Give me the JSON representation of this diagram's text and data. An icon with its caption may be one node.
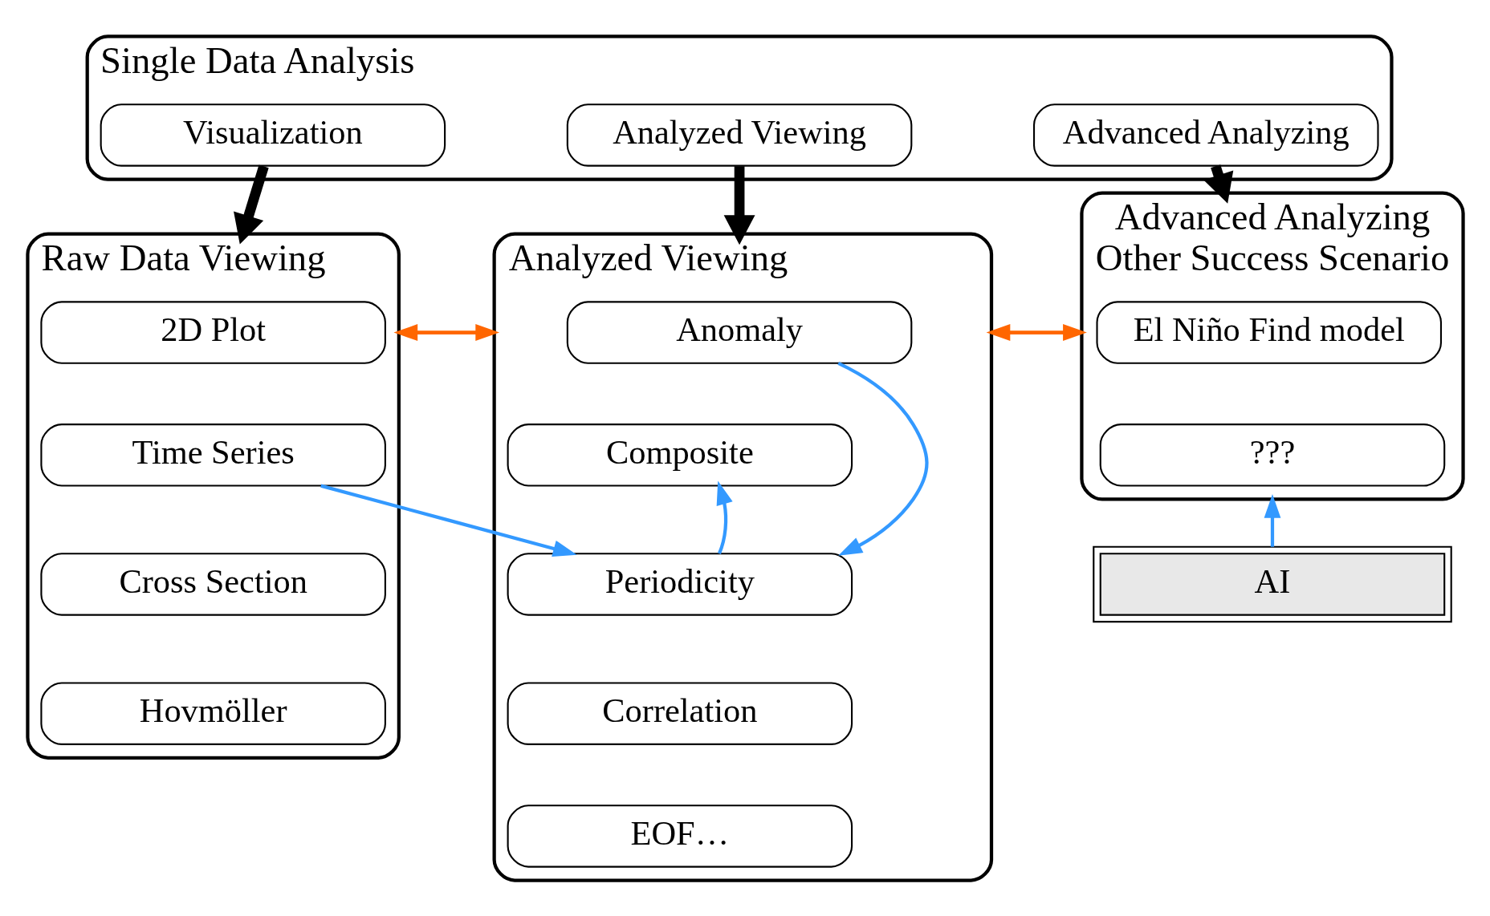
{
  "diagram": {
    "nodes": [
      {
        "text": [
          "Single Data Analysis"
        ]
      },
      {
        "text": [
          "Visualization"
        ],
        "in": 0
      },
      {
        "text": [
          "Analyzed Viewing"
        ],
        "in": 0
      },
      {
        "text": [
          "Advanced Analyzing"
        ],
        "in": 0
      },
      {
        "text": [
          "Raw Data Viewing"
        ]
      },
      {
        "text": [
          "2D Plot"
        ],
        "in": 4
      },
      {
        "text": [
          "Time Series"
        ],
        "in": 4
      },
      {
        "text": [
          "Cross Section"
        ],
        "in": 4
      },
      {
        "text": [
          "Hovmöller"
        ],
        "in": 4
      },
      {
        "text": [
          "Analyzed Viewing"
        ]
      },
      {
        "text": [
          "Anomaly"
        ],
        "in": 9
      },
      {
        "text": [
          "Composite"
        ],
        "in": 9
      },
      {
        "text": [
          "Periodicity"
        ],
        "in": 9
      },
      {
        "text": [
          "Correlation"
        ],
        "in": 9
      },
      {
        "text": [
          "EOF…"
        ],
        "in": 9
      },
      {
        "text": [
          "Advanced Analyzing",
          "Other Success Scenario"
        ]
      },
      {
        "text": [
          "El Niño Find model"
        ],
        "in": 15
      },
      {
        "text": [
          "???"
        ],
        "in": 15
      },
      {
        "text": [
          "AI"
        ]
      }
    ],
    "edges": [
      {
        "from": 1,
        "to": 4,
        "arrow": "to",
        "style": "thick",
        "color": "#000000"
      },
      {
        "from": 2,
        "to": 9,
        "arrow": "to",
        "style": "thick",
        "color": "#000000"
      },
      {
        "from": 3,
        "to": 15,
        "arrow": "to",
        "style": "thick",
        "color": "#000000"
      },
      {
        "from": 4,
        "to": 9,
        "arrow": "to",
        "color": "#ff6600"
      },
      {
        "from": 9,
        "to": 4,
        "arrow": "to",
        "color": "#ff6600"
      },
      {
        "from": 9,
        "to": 15,
        "arrow": "to",
        "color": "#ff6600"
      },
      {
        "from": 15,
        "to": 9,
        "arrow": "to",
        "color": "#ff6600"
      },
      {
        "from": 10,
        "to": 12,
        "arrow": "to",
        "color": "#3399ff"
      },
      {
        "from": 6,
        "to": 12,
        "arrow": "to",
        "color": "#3399ff"
      },
      {
        "from": 12,
        "to": 11,
        "arrow": "to",
        "color": "#3399ff"
      },
      {
        "from": 18,
        "to": 15,
        "arrow": "to",
        "color": "#3399ff"
      }
    ]
  }
}
